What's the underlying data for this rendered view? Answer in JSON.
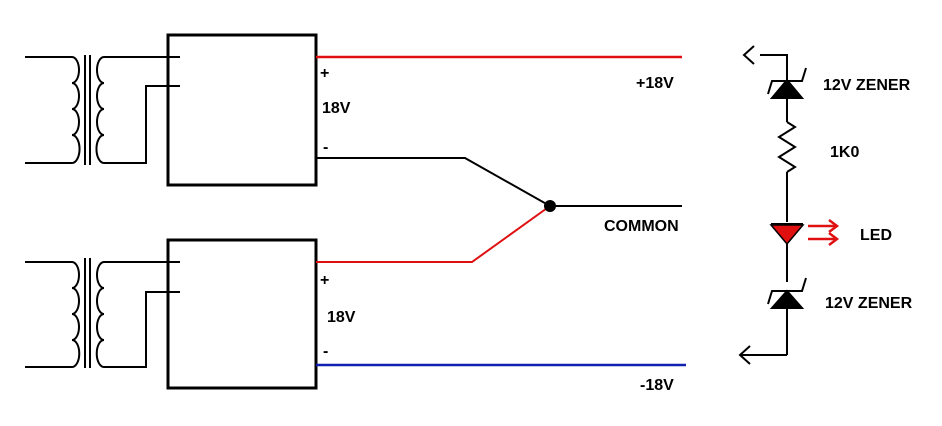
{
  "colors": {
    "wire": "#000000",
    "positive": "#e01010",
    "negative": "#1020b0",
    "led": "#e01010"
  },
  "supply_top": {
    "plus": "+",
    "voltage": "18V",
    "minus": "-"
  },
  "supply_bottom": {
    "plus": "+",
    "voltage": "18V",
    "minus": "-"
  },
  "outputs": {
    "positive": "+18V",
    "common": "COMMON",
    "negative": "-18V"
  },
  "indicator": {
    "zener_top": "12V ZENER",
    "resistor": "1K0",
    "led": "LED",
    "zener_bottom": "12V ZENER"
  }
}
